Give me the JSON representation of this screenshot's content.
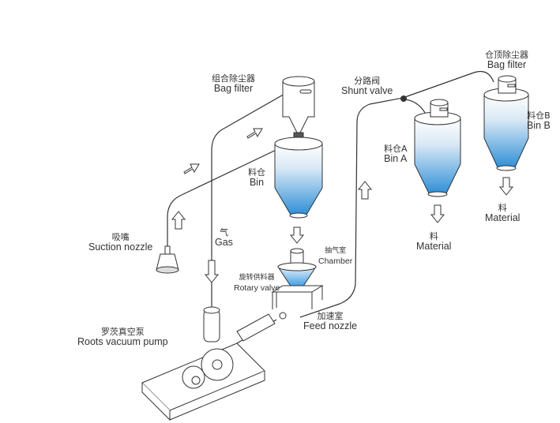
{
  "diagram": {
    "type": "pneumatic-vacuum-conveying-system",
    "colors": {
      "line": "#333333",
      "material_top": "#ffffff",
      "material_bottom": "#2f8fd6"
    },
    "labels": {
      "bag_filter_left": {
        "zh": "组合除尘器",
        "en": "Bag filter"
      },
      "shunt_valve": {
        "zh": "分路阀",
        "en": "Shunt valve"
      },
      "bag_filter_right": {
        "zh": "仓顶除尘器",
        "en": "Bag filter"
      },
      "bin_b": {
        "zh": "料仓B",
        "en": "Bin B"
      },
      "bin_a": {
        "zh": "料仓A",
        "en": "Bin A"
      },
      "bin": {
        "zh": "料仓",
        "en": "Bin"
      },
      "suction_nozzle": {
        "zh": "吸嘴",
        "en": "Suction nozzle"
      },
      "gas": {
        "zh": "气",
        "en": "Gas"
      },
      "chamber": {
        "zh": "抽气室",
        "en": "Chamber"
      },
      "rotary_valve": {
        "zh": "旋转供料器",
        "en": "Rotary valve"
      },
      "feed_nozzle": {
        "zh": "加速室",
        "en": "Feed nozzle"
      },
      "roots_pump": {
        "zh": "罗茨真空泵",
        "en": "Roots vacuum pump"
      },
      "material_a": {
        "zh": "料",
        "en": "Material"
      },
      "material_b": {
        "zh": "料",
        "en": "Material"
      }
    },
    "flow_arrows": [
      "up",
      "up-right",
      "up-right",
      "down",
      "up",
      "down",
      "down",
      "down"
    ]
  }
}
